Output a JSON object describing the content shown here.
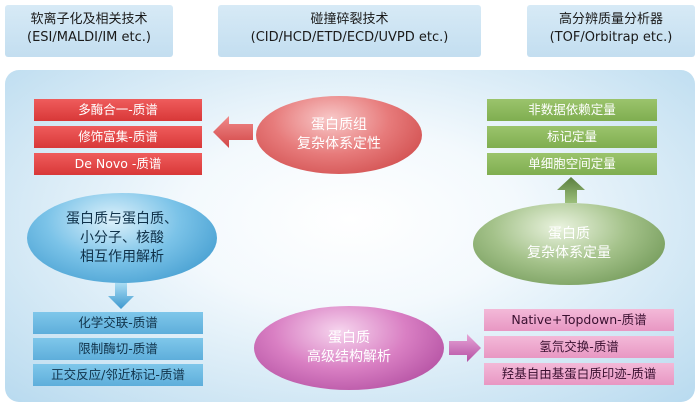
{
  "top": {
    "left": {
      "line1": "软离子化及相关技术",
      "line2": "(ESI/MALDI/IM etc.)"
    },
    "middle": {
      "line1": "碰撞碎裂技术",
      "line2": "(CID/HCD/ETD/ECD/UVPD etc.)"
    },
    "right": {
      "line1": "高分辨质量分析器",
      "line2": "(TOF/Orbitrap etc.)"
    }
  },
  "red_group": {
    "items": [
      "多酶合一-质谱",
      "修饰富集-质谱",
      "De Novo -质谱"
    ],
    "ellipse": {
      "line1": "蛋白质组",
      "line2": "复杂体系定性"
    }
  },
  "green_group": {
    "items": [
      "非数据依赖定量",
      "标记定量",
      "单细胞空间定量"
    ],
    "ellipse": {
      "line1": "蛋白质",
      "line2": "复杂体系定量"
    }
  },
  "blue_group": {
    "ellipse": {
      "line1": "蛋白质与蛋白质、",
      "line2": "小分子、核酸",
      "line3": "相互作用解析"
    },
    "items": [
      "化学交联-质谱",
      "限制酶切-质谱",
      "正交反应/邻近标记-质谱"
    ]
  },
  "purple_group": {
    "ellipse": {
      "line1": "蛋白质",
      "line2": "高级结构解析"
    },
    "items": [
      "Native+Topdown-质谱",
      "氢氘交换-质谱",
      "羟基自由基蛋白质印迹-质谱"
    ]
  },
  "colors": {
    "red": "#d83838",
    "green": "#7fae50",
    "blue": "#5eaedb",
    "pink": "#e897c3",
    "header": "#c3def0"
  }
}
